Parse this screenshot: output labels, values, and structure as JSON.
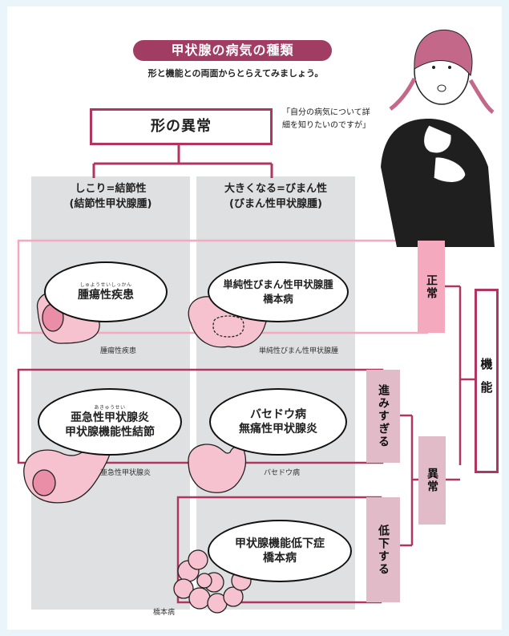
{
  "title": "甲状腺の病気の種類",
  "subtitle": "形と機能との両面からとらえてみましょう。",
  "quote": [
    "「自分の病気について詳",
    "細を知りたいのですが」"
  ],
  "shape_box": "形の異常",
  "columns": {
    "left": {
      "line1": "しこり=結節性",
      "line2": "(結節性甲状腺腫)"
    },
    "right": {
      "line1": "大きくなる=びまん性",
      "line2": "(びまん性甲状腺腫)"
    }
  },
  "rows": {
    "normal": {
      "tab": "正常",
      "left": {
        "ruby": "しゅようせいしっかん",
        "text": "腫瘍性疾患",
        "caption": "腫瘍性疾患"
      },
      "right": {
        "line1": "単純性びまん性甲状腺腫",
        "line2": "橋本病",
        "caption": "単純性びまん性甲状腺腫"
      }
    },
    "hyper": {
      "tab": "進みすぎる",
      "left": {
        "ruby": "あきゅうせい",
        "line1": "亜急性甲状腺炎",
        "line2": "甲状腺機能性結節",
        "caption": "亜急性甲状腺炎"
      },
      "right": {
        "line1": "バセドウ病",
        "line2": "無痛性甲状腺炎",
        "caption": "バセドウ病"
      }
    },
    "hypo": {
      "tab": "低下する",
      "center": {
        "line1": "甲状腺機能低下症",
        "line2": "橋本病"
      },
      "caption": "橋本病"
    }
  },
  "abnormal_tab": "異常",
  "function_tab": "機能",
  "colors": {
    "accent": "#a13c62",
    "frame": "#b1365f",
    "pink_fill": "#f6c2cf",
    "light_pink": "#f5a9bf",
    "tab_pink": "#e1bcc8",
    "gray": "#dfe0e2"
  }
}
